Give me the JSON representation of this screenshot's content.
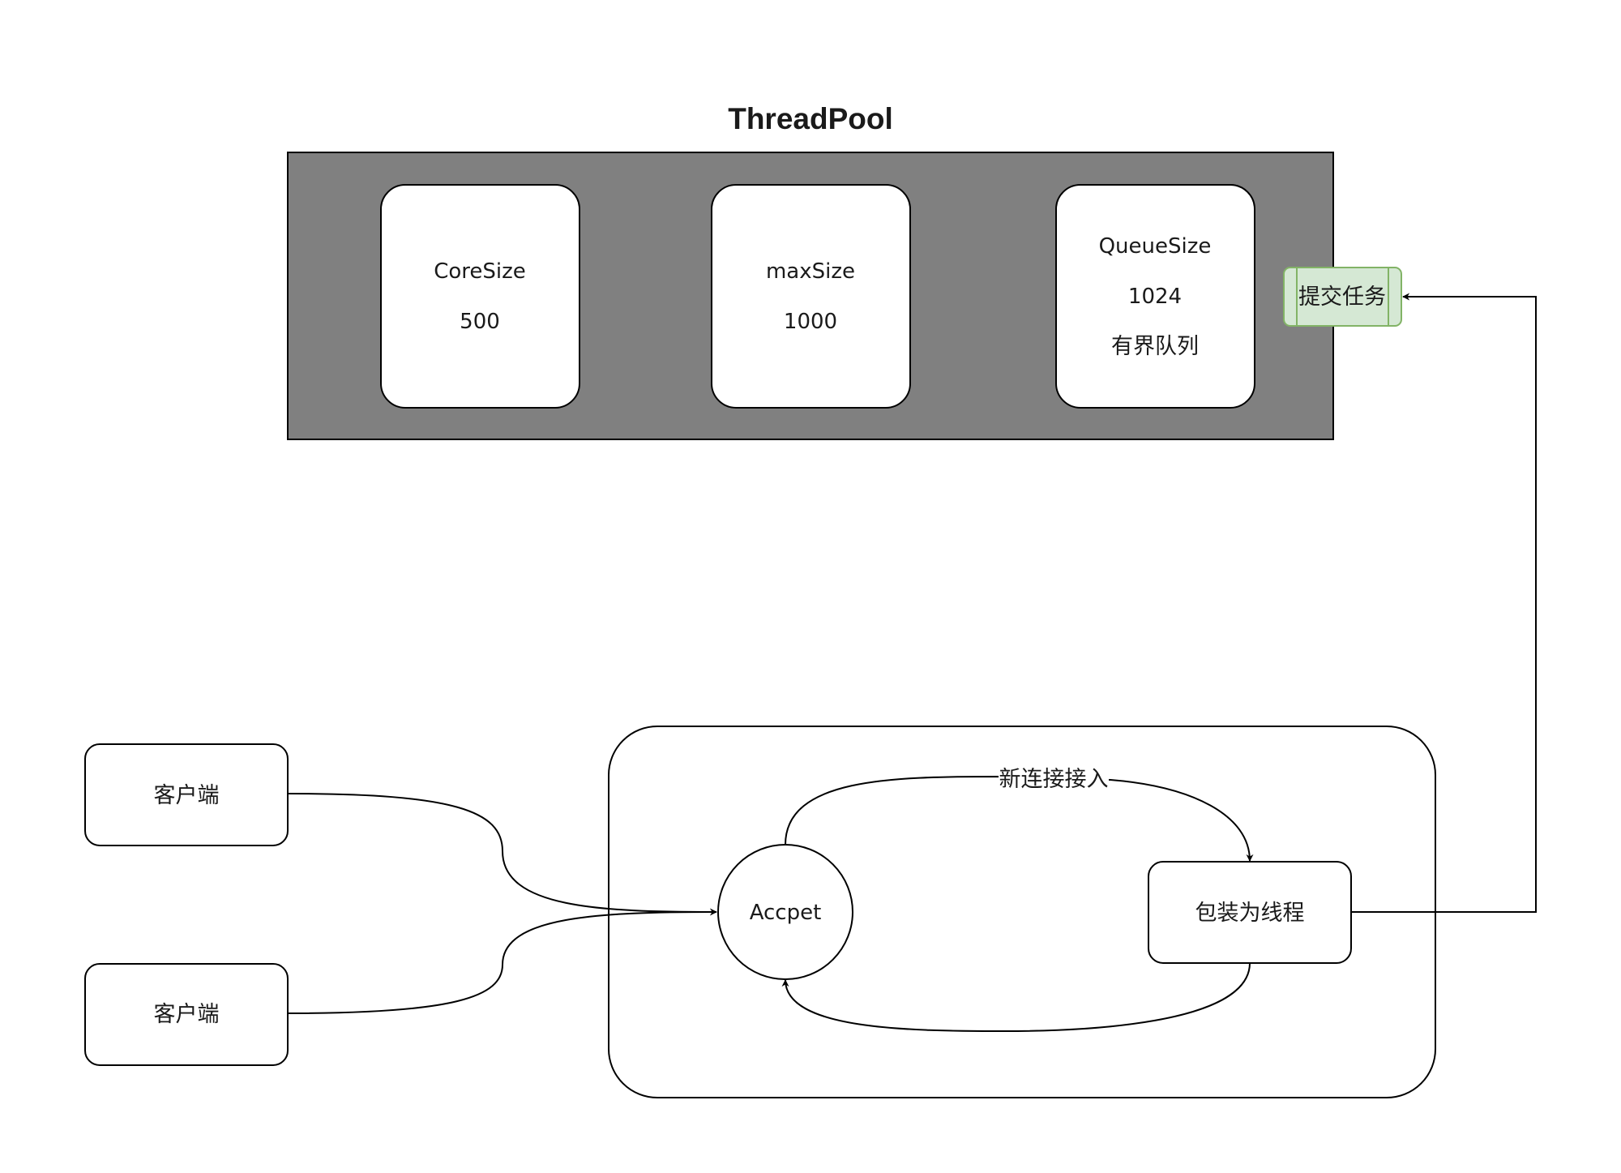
{
  "title": "ThreadPool",
  "pool_params": {
    "core": {
      "name": "CoreSize",
      "value": "500"
    },
    "max": {
      "name": "maxSize",
      "value": "1000"
    },
    "queue": {
      "name": "QueueSize",
      "value": "1024",
      "note": "有界队列"
    }
  },
  "submit_task": {
    "label": "提交任务"
  },
  "clients": [
    {
      "label": "客户端"
    },
    {
      "label": "客户端"
    }
  ],
  "server": {
    "accept": {
      "label": "Accpet"
    },
    "wrap": {
      "label": "包装为线程"
    },
    "new_connection_edge": {
      "label": "新连接接入"
    }
  },
  "colors": {
    "pool_fill": "#808080",
    "submit_fill": "#d5e8d4",
    "submit_stroke": "#82b366",
    "stroke": "#000000"
  }
}
